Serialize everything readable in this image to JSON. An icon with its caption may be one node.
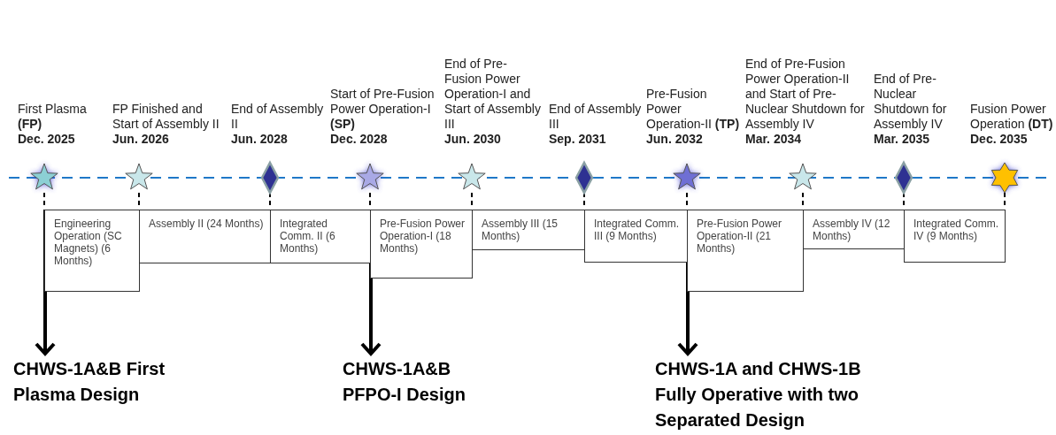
{
  "diagram": {
    "nodes": [
      {
        "text": [],
        "shape": "star",
        "beside": [
          "First Plasma **(FP)**",
          "Dec. 2025"
        ]
      },
      {
        "text": [],
        "shape": "star",
        "beside": [
          "FP Finished and Start of Assembly II",
          "Jun. 2026"
        ]
      },
      {
        "text": [],
        "shape": "diamond",
        "beside": [
          "End of Assembly II",
          "Jun. 2028"
        ]
      },
      {
        "text": [],
        "shape": "star",
        "beside": [
          "Start of Pre-Fusion Power Operation-I **(SP)**",
          "Dec. 2028"
        ]
      },
      {
        "text": [],
        "shape": "star",
        "beside": [
          "End of Pre-Fusion Power Operation-I and Start of Assembly III",
          "Jun. 2030"
        ]
      },
      {
        "text": [],
        "shape": "diamond",
        "beside": [
          "End of Assembly III",
          "Sep. 2031"
        ]
      },
      {
        "text": [],
        "shape": "star",
        "beside": [
          "Pre-Fusion Power Operation-II **(TP)**",
          "Jun. 2032"
        ]
      },
      {
        "text": [],
        "shape": "star",
        "beside": [
          "End of Pre-Fusion Power Operation-II and Start of Pre-Nuclear Shutdown for Assembly IV",
          "Mar. 2034"
        ]
      },
      {
        "text": [],
        "shape": "diamond",
        "beside": [
          "End of Pre-Nuclear Shutdown for Assembly IV",
          "Mar. 2035"
        ]
      },
      {
        "text": [],
        "shape": "star",
        "beside": [
          "Fusion Power Operation **(DT)**",
          "Dec. 2035"
        ]
      },
      {
        "text": [
          "Engineering Operation (SC Magnets) (6 Months)"
        ]
      },
      {
        "text": [
          "Assembly II (24 Months)"
        ]
      },
      {
        "text": [
          "Integrated Comm. II (6 Months)"
        ]
      },
      {
        "text": [
          "Pre-Fusion Power Operation-I (18 Months)"
        ]
      },
      {
        "text": [
          "Assembly III (15 Months)"
        ]
      },
      {
        "text": [
          "Integrated Comm. III (9 Months)"
        ]
      },
      {
        "text": [
          "Pre-Fusion Power Operation-II (21 Months)"
        ]
      },
      {
        "text": [
          "Assembly IV (12 Months)"
        ]
      },
      {
        "text": [
          "Integrated Comm. IV (9 Months)"
        ]
      },
      {
        "text": [
          "CHWS-1A&B First Plasma Design"
        ]
      },
      {
        "text": [
          "CHWS-1A&B PFPO-I Design"
        ]
      },
      {
        "text": [
          "CHWS-1A and CHWS-1B Fully Operative with two Separated Design"
        ]
      }
    ],
    "edges": [
      {
        "from": 0,
        "to": 10,
        "arrow": "none",
        "style": "dashed"
      },
      {
        "from": 1,
        "to": 11,
        "arrow": "none",
        "style": "dashed"
      },
      {
        "from": 2,
        "to": 12,
        "arrow": "none",
        "style": "dashed"
      },
      {
        "from": 3,
        "to": 13,
        "arrow": "none",
        "style": "dashed"
      },
      {
        "from": 4,
        "to": 14,
        "arrow": "none",
        "style": "dashed"
      },
      {
        "from": 5,
        "to": 15,
        "arrow": "none",
        "style": "dashed"
      },
      {
        "from": 6,
        "to": 16,
        "arrow": "none",
        "style": "dashed"
      },
      {
        "from": 7,
        "to": 17,
        "arrow": "none",
        "style": "dashed"
      },
      {
        "from": 8,
        "to": 18,
        "arrow": "none",
        "style": "dashed"
      },
      {
        "from": 9,
        "to": 18,
        "arrow": "none",
        "style": "dashed"
      },
      {
        "from": 10,
        "to": 19,
        "arrow": "to",
        "style": "thick"
      },
      {
        "from": 13,
        "to": 20,
        "arrow": "to",
        "style": "thick"
      },
      {
        "from": 16,
        "to": 21,
        "arrow": "to",
        "style": "thick"
      }
    ]
  }
}
